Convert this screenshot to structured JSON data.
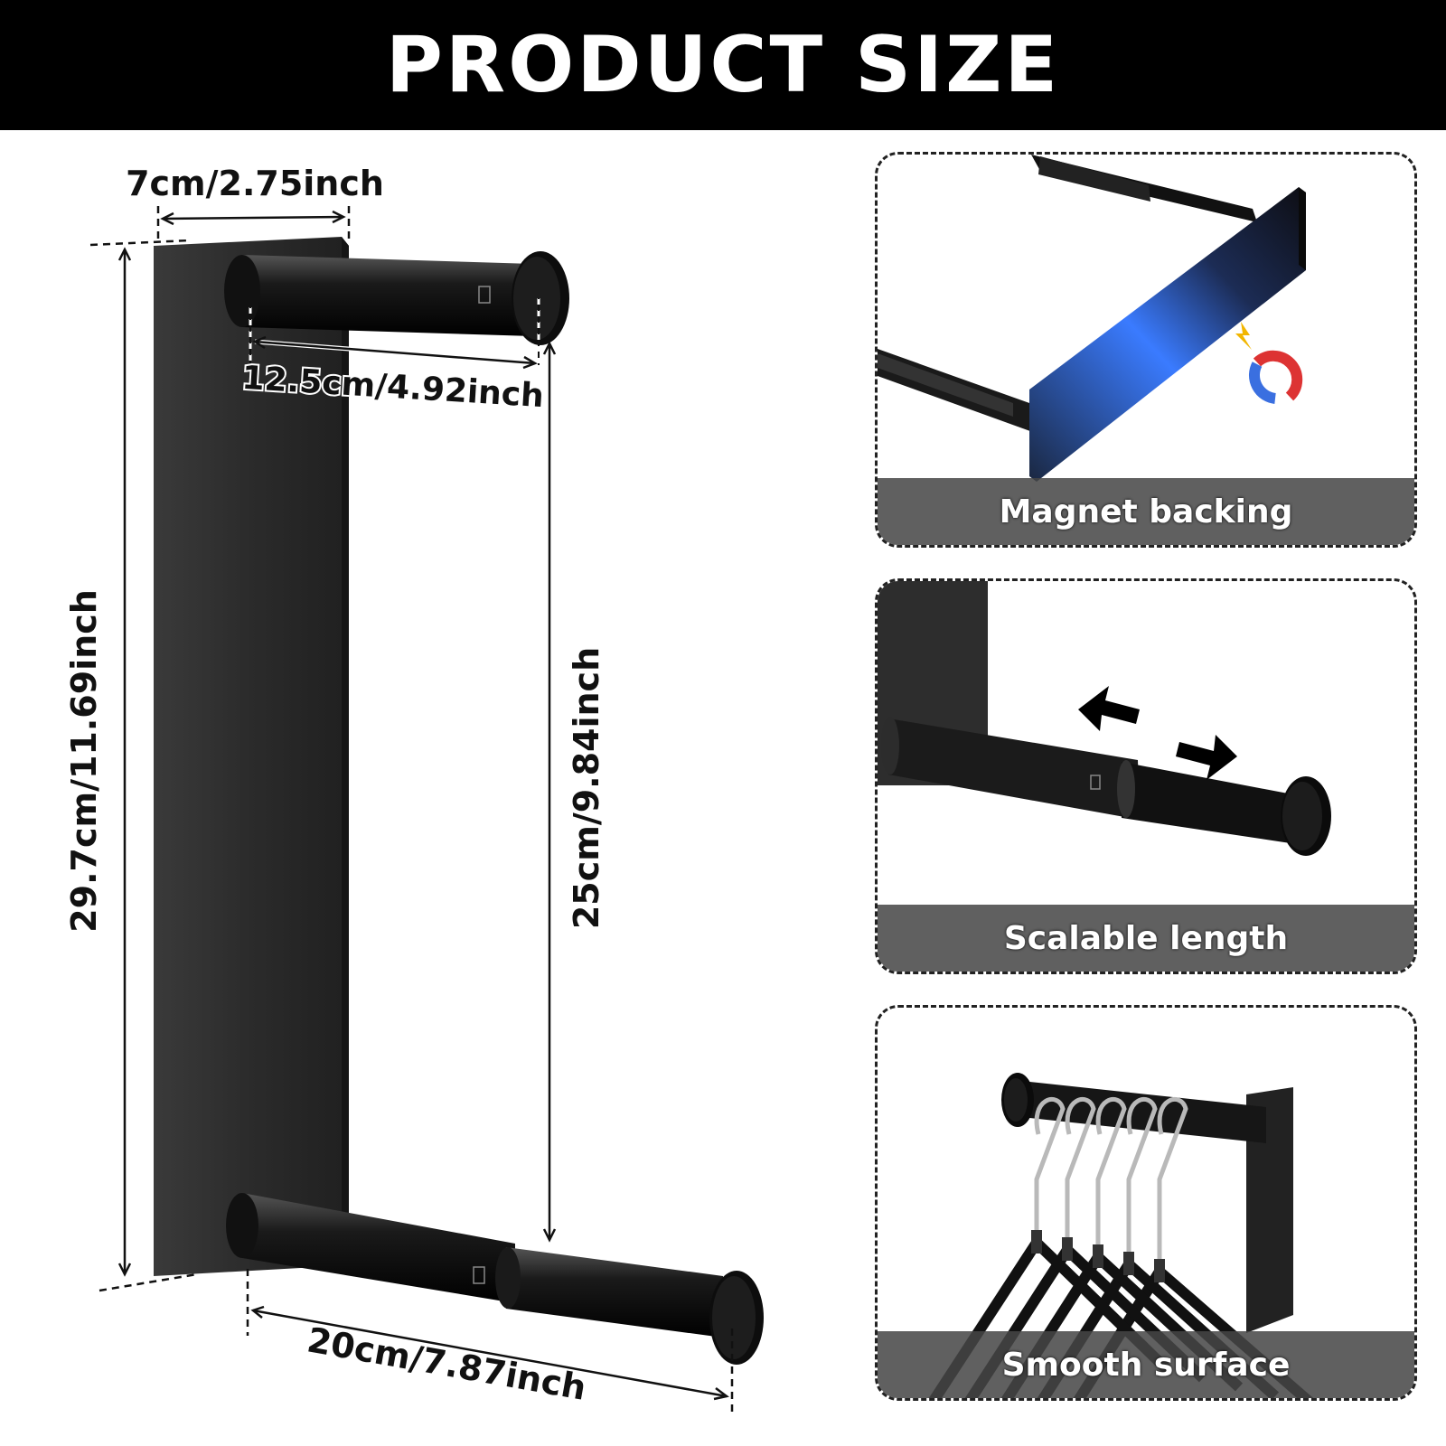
{
  "header": {
    "title": "PRODUCT SIZE"
  },
  "dimensions": {
    "width": "7cm/2.75inch",
    "rod_length": "12.5cm/4.92inch",
    "total_height": "29.7cm/11.69inch",
    "rod_spacing": "25cm/9.84inch",
    "extended_length": "20cm/7.87inch"
  },
  "features": [
    {
      "label": "Magnet backing"
    },
    {
      "label": "Scalable length"
    },
    {
      "label": "Smooth surface"
    }
  ]
}
